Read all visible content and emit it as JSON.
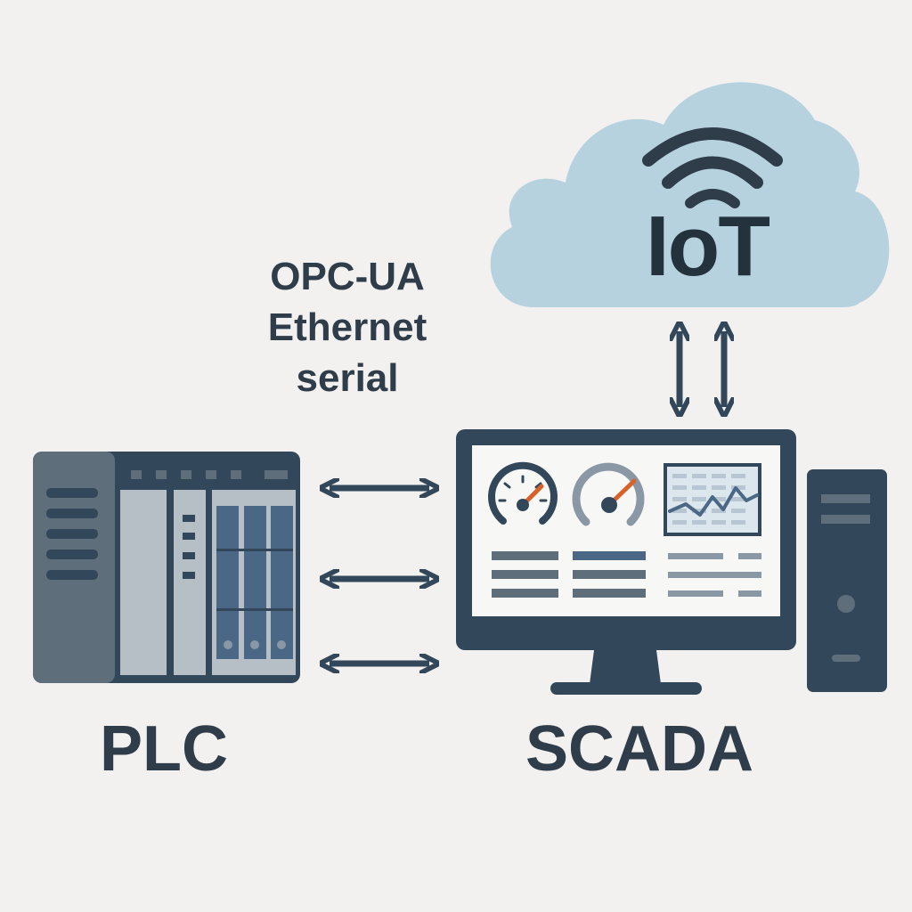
{
  "protocols": [
    "OPC-UA",
    "Ethernet",
    "serial"
  ],
  "labels": {
    "plc": "PLC",
    "scada": "SCADA",
    "iot": "IoT"
  },
  "colors": {
    "background": "#f2f1ef",
    "dark": "#33475a",
    "cloud": "#b7d2df",
    "accent": "#d9622b",
    "screen": "#ffffff",
    "plc_body": "#5f6e7b",
    "plc_module": "#b7bfc6",
    "plc_blue": "#4a6785"
  },
  "icons": {
    "cloud": "cloud-icon",
    "wifi": "wifi-icon",
    "monitor": "monitor-icon",
    "tower": "pc-tower-icon",
    "plc": "plc-rack-icon"
  }
}
